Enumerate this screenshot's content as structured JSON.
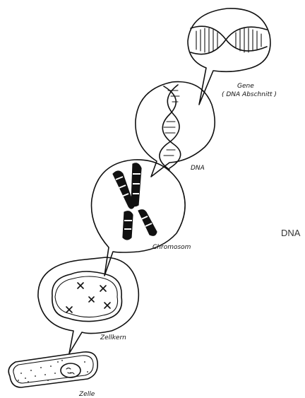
{
  "labels": {
    "gene": "Gene",
    "gene_note": "( DNA Abschnitt )",
    "dna": "DNA",
    "chromosom": "Chromosom",
    "zellkern": "Zellkern",
    "zelle": "Zelle"
  },
  "side_label": "DNA",
  "colors": {
    "ink": "#111111",
    "chromosome_band": "#111111",
    "background": "#ffffff"
  }
}
